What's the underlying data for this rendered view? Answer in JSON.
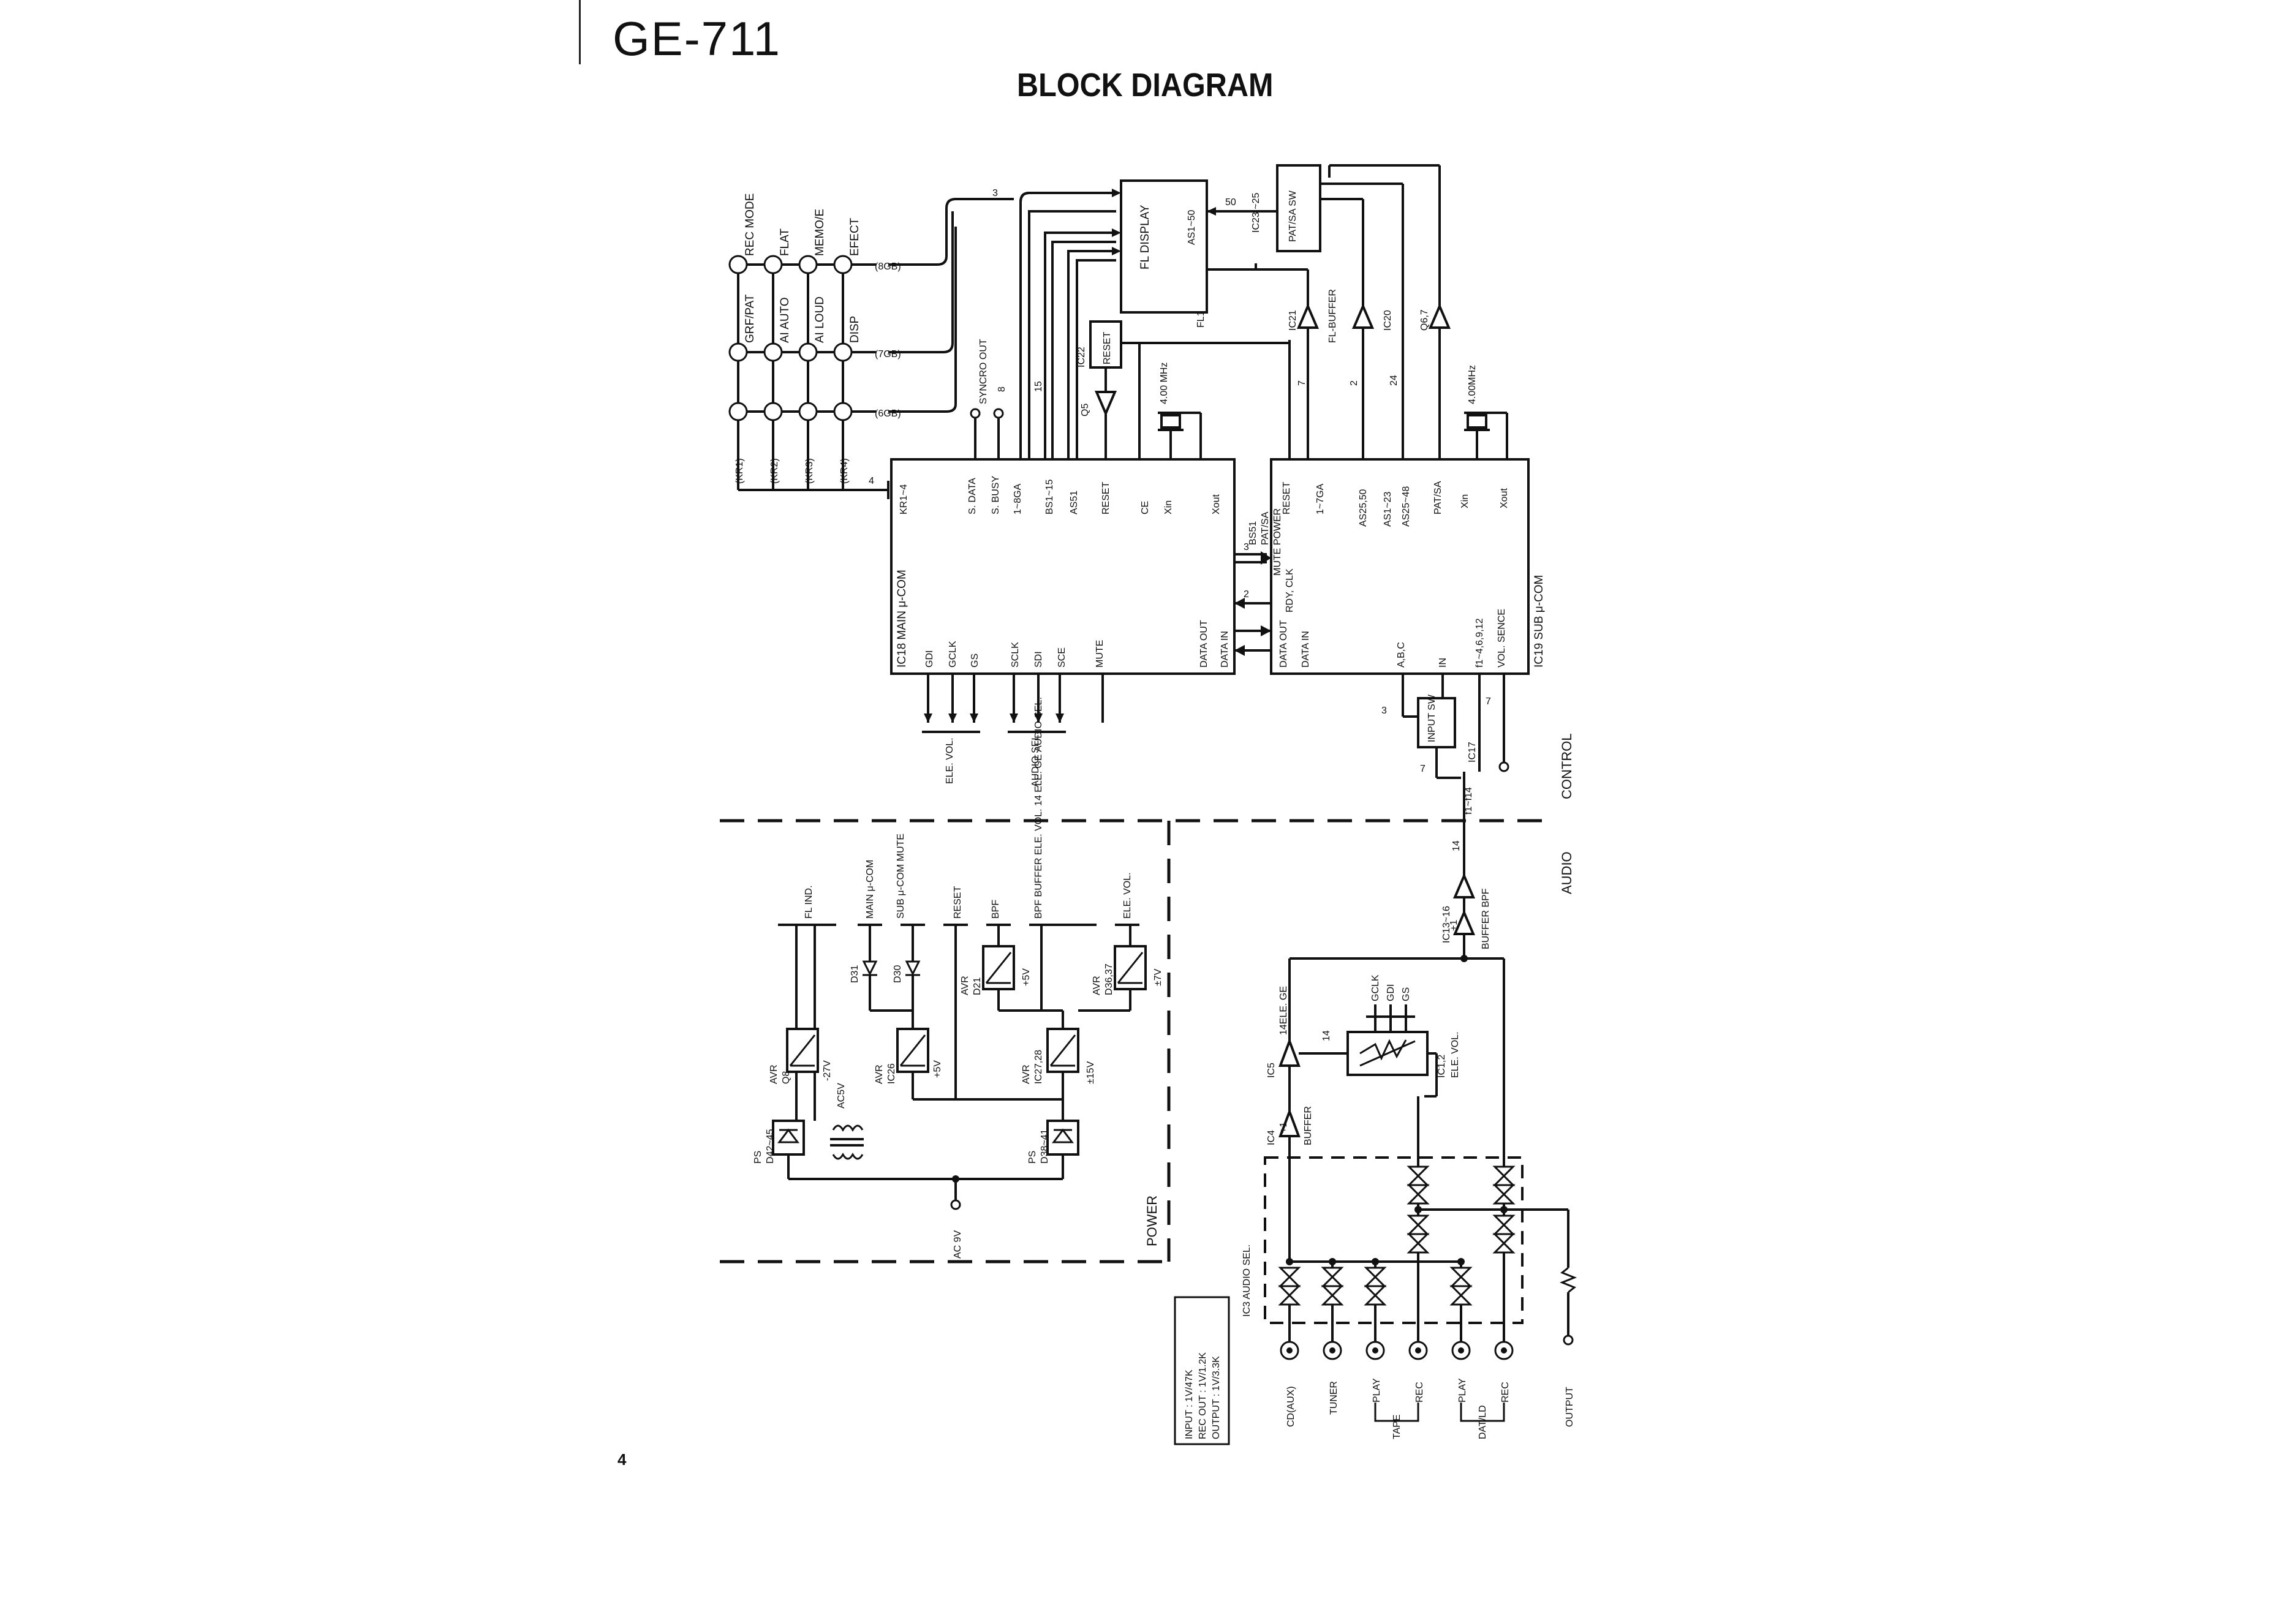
{
  "header": {
    "title": "GE-711",
    "subtitle": "BLOCK DIAGRAM",
    "page_number": "4"
  },
  "sections": {
    "control": "CONTROL",
    "audio": "AUDIO",
    "power": "POWER"
  },
  "main_ucom": {
    "label": "IC18  MAIN μ-COM",
    "pins_top": [
      "KR1~4",
      "S. DATA",
      "S. BUSY",
      "1~8GA",
      "BS1~15",
      "AS51",
      "RESET",
      "CE",
      "Xin",
      "Xout"
    ],
    "pins_bottom": [
      "GDI",
      "GCLK",
      "GS",
      "SCLK",
      "SDI",
      "SCE",
      "MUTE",
      "DATA OUT",
      "DATA IN"
    ],
    "side_labels": [
      "BS51",
      "PAT/SA",
      "MUTE POWER",
      "RDY, CLK"
    ]
  },
  "sub_ucom": {
    "label": "IC19  SUB μ-COM",
    "pins_top": [
      "RESET",
      "1~7GA",
      "AS25,50",
      "AS1~23",
      "AS25~48",
      "PAT/SA",
      "Xin",
      "Xout"
    ],
    "pins_bottom": [
      "DATA OUT",
      "DATA IN",
      "A,B,C",
      "IN",
      "f1~4,6,9,12",
      "VOL. SENCE"
    ]
  },
  "fl_display": {
    "label": "FL DISPLAY",
    "pin": "AS1~50",
    "ref": "FL1",
    "bus": "50"
  },
  "keys": {
    "row1": [
      "REC MODE",
      "FLAT",
      "MEMO/E",
      "EFECT"
    ],
    "row2": [
      "GRF/PAT",
      "AI AUTO",
      "AI LOUD",
      "DISP"
    ],
    "grids": [
      "(8GB)",
      "(7GB)",
      "(6GB)"
    ],
    "returns": [
      "(KR1)",
      "(KR2)",
      "(KR3)",
      "(KR4)"
    ],
    "bus": "4"
  },
  "control_parts": {
    "syncro_out": "SYNCRO OUT",
    "ic22": "IC22",
    "reset": "RESET",
    "q5": "Q5",
    "xtal": "4.00 MHz",
    "xtal2": "4.00MHz",
    "ic23": "IC23 ~25",
    "patsa": "PAT/SA SW",
    "ic21": "IC21",
    "fl_buffer": "FL-BUFFER",
    "ic20": "IC20",
    "q67": "Q6,7",
    "input_sw": "INPUT SW",
    "ic17": "IC17",
    "ele_vol": "ELE. VOL.",
    "audio_sel": "AUDIO SEL.",
    "f_bus": "f1~f14",
    "bus_counts": [
      "3",
      "8",
      "15",
      "7",
      "2",
      "24",
      "3",
      "2",
      "3",
      "7",
      "7",
      "14",
      "14"
    ]
  },
  "power": {
    "outputs": [
      "FL IND.",
      "MAIN μ-COM",
      "SUB μ-COM MUTE",
      "RESET",
      "BPF",
      "BPF BUFFER ELE. VOL. 14 ELE. GE AUDIO SEL.",
      "ELE. VOL."
    ],
    "reg_q8": [
      "AVR",
      "Q8"
    ],
    "reg_ic26": [
      "AVR",
      "IC26"
    ],
    "reg_ic27": [
      "AVR",
      "IC27,28"
    ],
    "reg_d21": [
      "AVR",
      "D21"
    ],
    "reg_d36": [
      "AVR",
      "D36,37"
    ],
    "v27": "-27V",
    "v5a": "+5V",
    "v15": "±15V",
    "v5b": "+5V",
    "v7": "±7V",
    "ac5v": "AC5V",
    "ac9v": "AC 9V",
    "ps1": [
      "PS",
      "D42~45"
    ],
    "ps2": [
      "PS",
      "D38~41"
    ],
    "d31": "D31",
    "d30": "D30"
  },
  "audio": {
    "ic13": "IC13~16",
    "buffer_bpf": "BUFFER BPF",
    "plus1": "+1",
    "ic5": "IC5",
    "ele_ge": "14ELE. GE",
    "ic12": "IC1,2",
    "ele_vol": "ELE. VOL.",
    "gclk": "GCLK",
    "gdi": "GDI",
    "gs": "GS",
    "ic4": "IC4",
    "buffer": "BUFFER",
    "ic3": "IC3  AUDIO SEL.",
    "inputs": [
      "CD(AUX)",
      "TUNER",
      "PLAY",
      "REC",
      "PLAY",
      "REC",
      "OUTPUT"
    ],
    "groups": [
      "TAPE",
      "DAT/LD"
    ]
  },
  "legend": [
    "INPUT  : 1V/47K",
    "REC OUT : 1V/1.2K",
    "OUTPUT : 1V/3.3K"
  ]
}
